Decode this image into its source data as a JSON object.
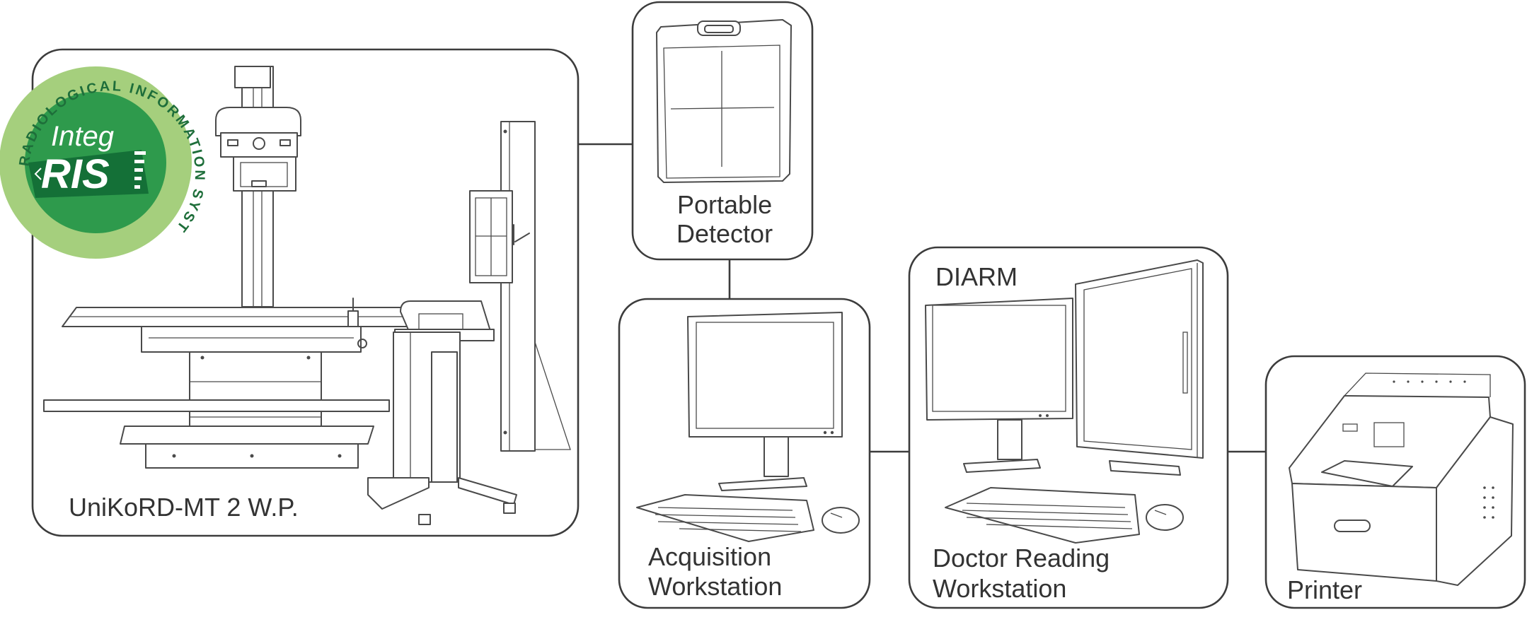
{
  "nodes": {
    "unikord": {
      "label": "UniKoRD-MT 2 W.P."
    },
    "portable_detector": {
      "label_line1": "Portable",
      "label_line2": "Detector"
    },
    "acquisition": {
      "label_line1": "Acquisition",
      "label_line2": "Workstation"
    },
    "doctor_reading": {
      "label_top": "DIARM",
      "label_line1": "Doctor Reading",
      "label_line2": "Workstation"
    },
    "printer": {
      "label": "Printer"
    }
  },
  "logo": {
    "ring_text": "RADIOLOGICAL INFORMATION SYSTEM",
    "word_top": "Integ",
    "word_bottom": "RIS",
    "colors": {
      "outer": "#a5cf7d",
      "inner": "#2e9a4c",
      "dark": "#126b35",
      "text": "#ffffff"
    }
  },
  "colors": {
    "stroke": "#3c3c3c",
    "text": "#333333",
    "background": "#ffffff"
  }
}
